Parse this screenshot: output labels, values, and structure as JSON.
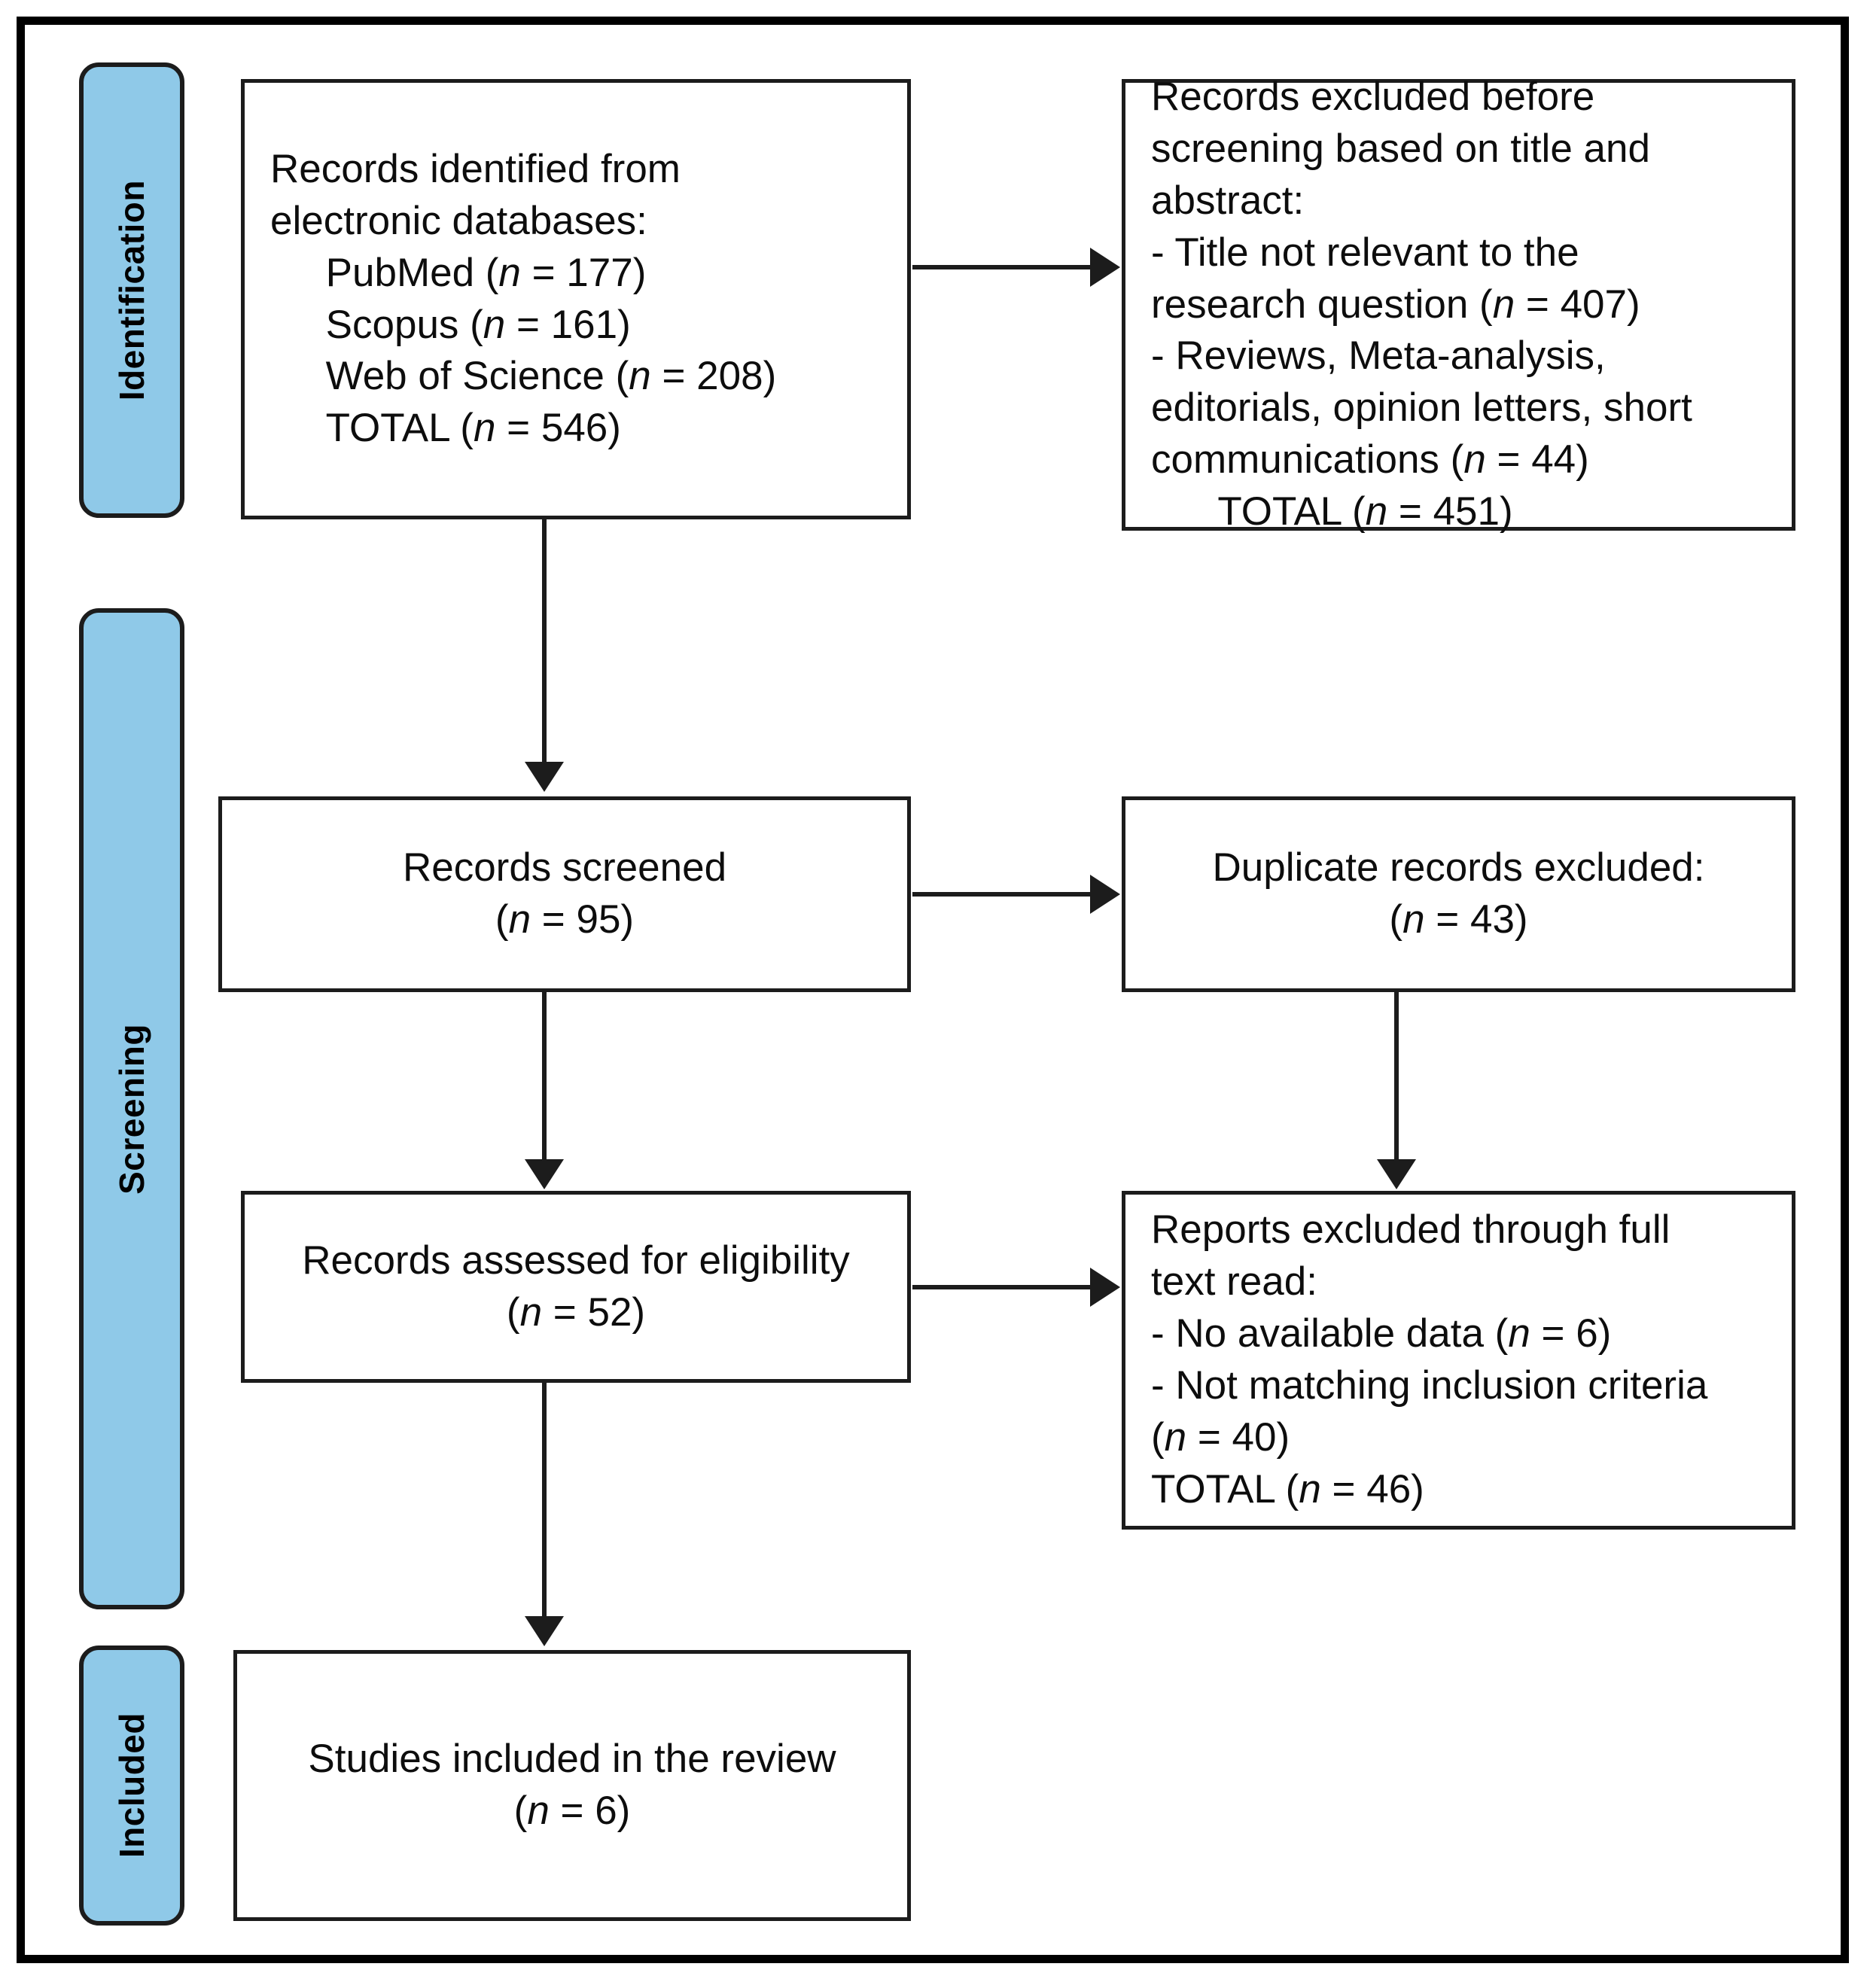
{
  "diagram": {
    "title": "PRISMA flow diagram",
    "accent_color": "#8FC9E8",
    "line_color": "#1c1c1c",
    "background_color": "#ffffff"
  },
  "stages": [
    {
      "id": "identification",
      "label": "Identification"
    },
    {
      "id": "screening",
      "label": "Screening"
    },
    {
      "id": "included",
      "label": "Included"
    }
  ],
  "boxes": {
    "records_identified": {
      "id": "records-identified",
      "text": "Records identified from\nelectronic databases:\n     PubMed (n = 177)\n     Scopus (n = 161)\n     Web of Science (n = 208)\n     TOTAL (n = 546)",
      "lines": [
        "Records identified from",
        "electronic databases:",
        "     PubMed (n = 177)",
        "     Scopus (n = 161)",
        "     Web of Science (n = 208)",
        "     TOTAL (n = 546)"
      ],
      "sources": [
        {
          "name": "PubMed",
          "n": 177
        },
        {
          "name": "Scopus",
          "n": 161
        },
        {
          "name": "Web of Science",
          "n": 208
        }
      ],
      "total": 546
    },
    "records_excluded_before_screening": {
      "id": "records-excluded-before-screening",
      "text": "Records excluded before\nscreening based on title and\nabstract:\n- Title not relevant to the\nresearch question (n = 407)\n- Reviews, Meta-analysis,\neditorials, opinion letters, short\ncommunications (n = 44)\n      TOTAL (n = 451)",
      "lines": [
        "Records excluded before",
        "screening based on title and",
        "abstract:",
        "- Title not relevant to the",
        "research question (n = 407)",
        "- Reviews, Meta-analysis,",
        "editorials, opinion letters, short",
        "communications (n = 44)",
        "      TOTAL (n = 451)"
      ],
      "reasons": [
        {
          "reason": "Title not relevant to the research question",
          "n": 407
        },
        {
          "reason": "Reviews, Meta-analysis, editorials, opinion letters, short communications",
          "n": 44
        }
      ],
      "total": 451
    },
    "records_screened": {
      "id": "records-screened",
      "text": "Records screened\n(n = 95)",
      "lines": [
        "Records screened",
        "(n = 95)"
      ],
      "n": 95
    },
    "duplicate_records_excluded": {
      "id": "duplicate-records-excluded",
      "text": "Duplicate records excluded:\n(n = 43)",
      "lines": [
        "Duplicate records excluded:",
        "(n = 43)"
      ],
      "n": 43
    },
    "records_assessed": {
      "id": "records-assessed-for-eligibility",
      "text": "Records assessed for eligibility\n(n = 52)",
      "lines": [
        "Records assessed for eligibility",
        "(n = 52)"
      ],
      "n": 52
    },
    "reports_excluded_full_text": {
      "id": "reports-excluded-full-text",
      "text": "Reports excluded through full\ntext read:\n- No available data (n = 6)\n- Not matching inclusion criteria\n(n = 40)\nTOTAL (n = 46)",
      "lines": [
        "Reports excluded through full",
        "text read:",
        "- No available data (n = 6)",
        "- Not matching inclusion criteria",
        "(n = 40)",
        "TOTAL (n = 46)"
      ],
      "reasons": [
        {
          "reason": "No available data",
          "n": 6
        },
        {
          "reason": "Not matching inclusion criteria",
          "n": 40
        }
      ],
      "total": 46
    },
    "studies_included": {
      "id": "studies-included-in-review",
      "text": "Studies included in the review\n(n = 6)",
      "lines": [
        "Studies included in the review",
        "(n = 6)"
      ],
      "n": 6
    }
  }
}
